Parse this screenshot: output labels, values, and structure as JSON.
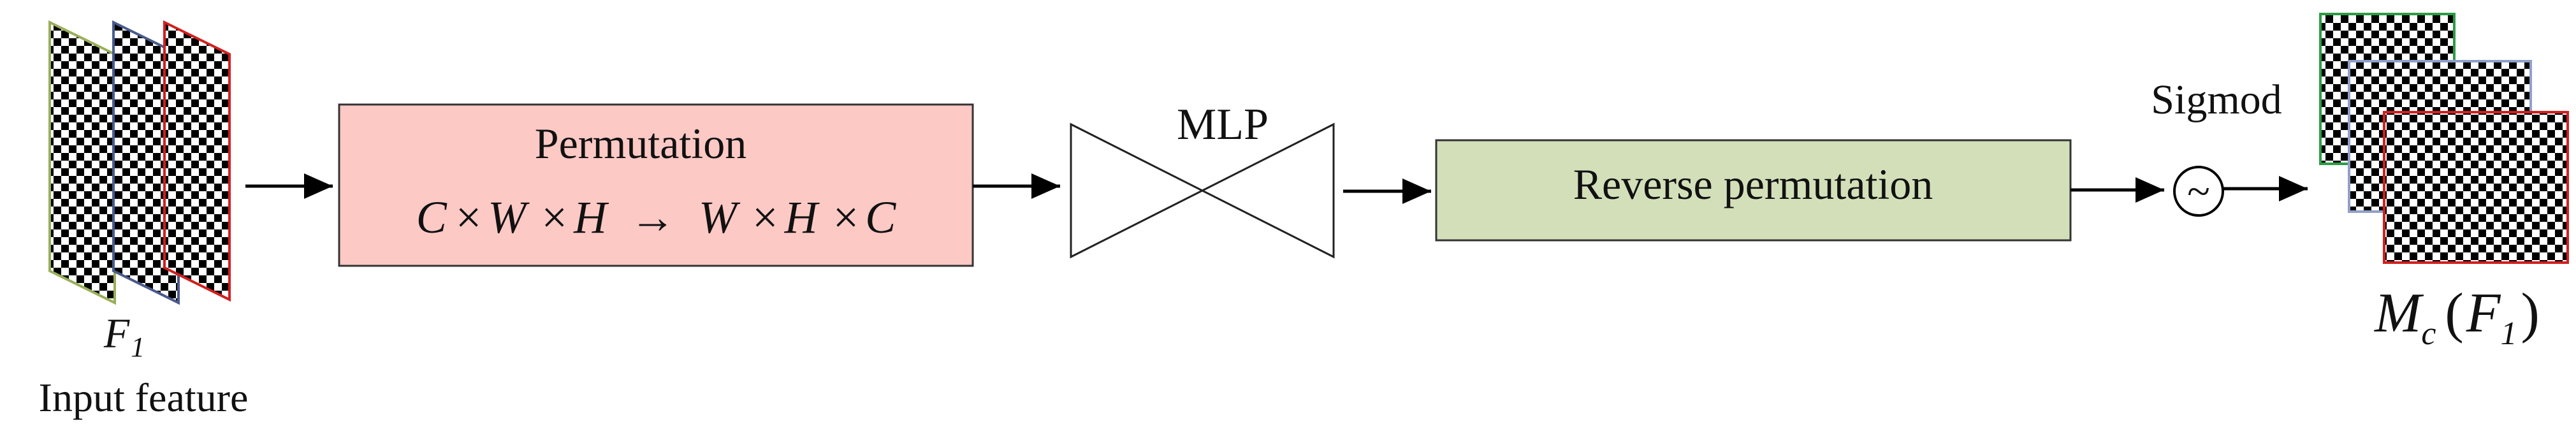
{
  "input": {
    "symbol_main": "F",
    "symbol_sub": "1",
    "caption": "Input feature",
    "slice_border_colors": [
      "#9aae5a",
      "#4a5a8c",
      "#d21f1f"
    ]
  },
  "permutation": {
    "title": "Permutation",
    "formula": {
      "c": "C",
      "times": "×",
      "w": "W",
      "h": "H",
      "arrow": "→"
    },
    "fill_color": "#fdc9c5"
  },
  "mlp": {
    "label": "MLP"
  },
  "reverse_permutation": {
    "label": "Reverse permutation",
    "fill_color": "#d3dfb9"
  },
  "sigmoid": {
    "label": "Sigmod",
    "symbol": "~"
  },
  "output": {
    "symbol_main": "M",
    "symbol_sub": "c",
    "open_paren": "(",
    "inner_main": "F",
    "inner_sub": "1",
    "close_paren": ")",
    "map_border_colors": [
      "#2e9b46",
      "#8fa0c8",
      "#d21f1f"
    ]
  }
}
